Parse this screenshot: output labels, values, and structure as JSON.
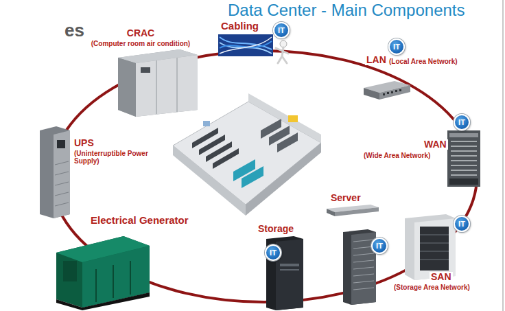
{
  "diagram": {
    "title": "Data Center - Main Components",
    "nodes": [
      {
        "text": [
          "IT"
        ]
      },
      {
        "text": [
          "IT"
        ]
      },
      {
        "text": [
          "IT"
        ]
      },
      {
        "text": [
          "IT"
        ]
      },
      {
        "text": [
          "IT"
        ]
      },
      {
        "text": [
          "IT"
        ]
      }
    ],
    "labels": [
      "es",
      "CRAC",
      "(Computer room air condition)",
      "Cabling",
      "LAN",
      "(Local Area Network)",
      "WAN",
      "(Wide Area Network)",
      "UPS",
      "(Uninterruptible Power Supply)",
      "Electrical Generator",
      "Storage",
      "Server",
      "SAN",
      "(Storage Area Network)"
    ]
  }
}
